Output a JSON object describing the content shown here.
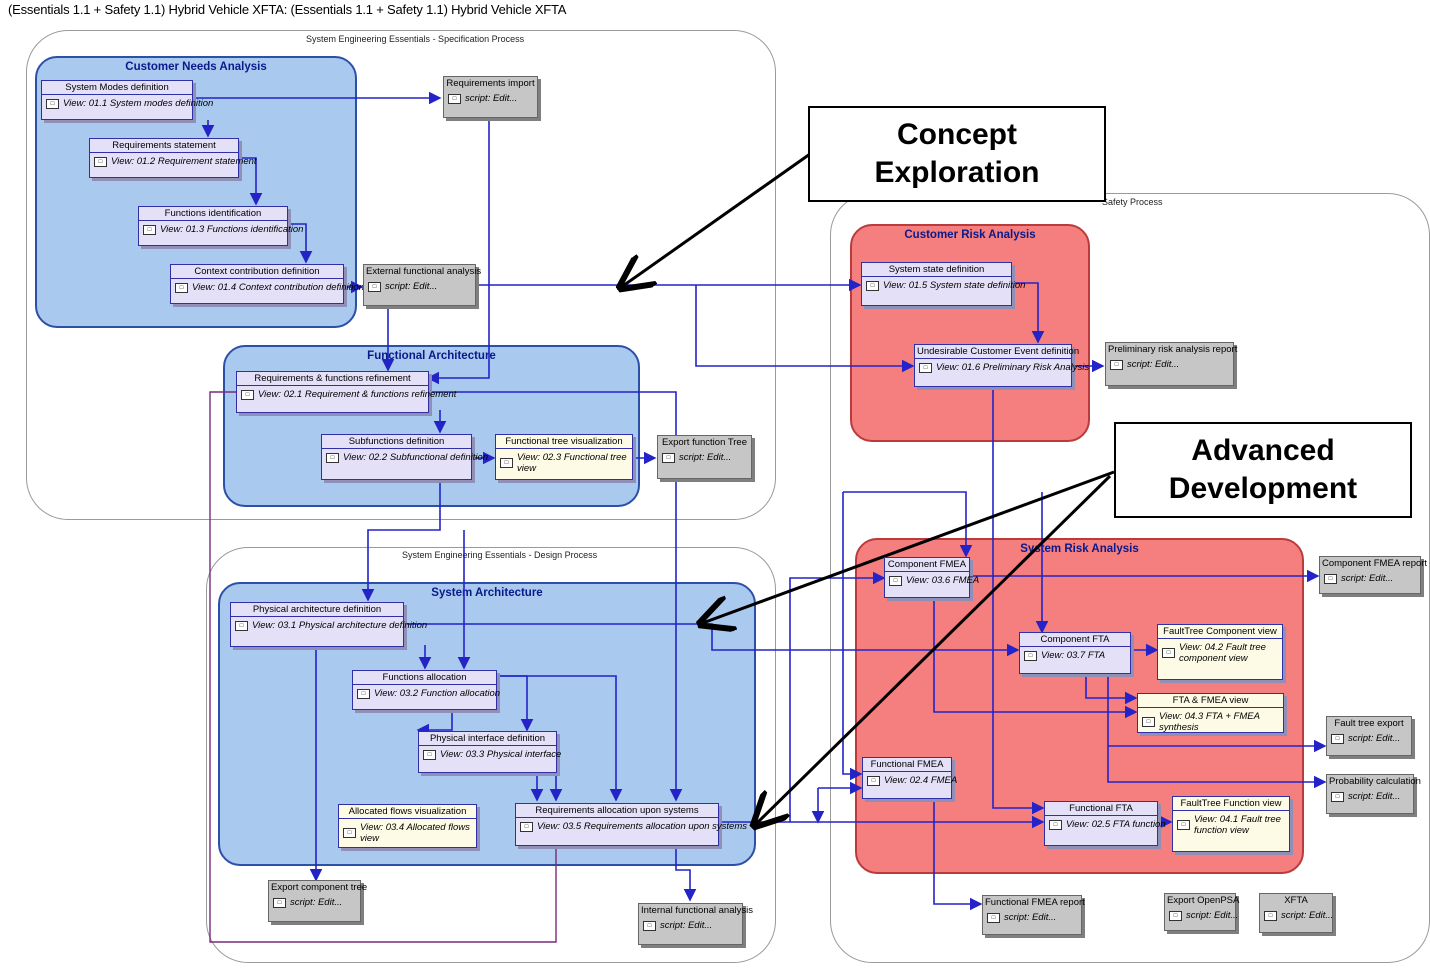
{
  "title": "(Essentials 1.1 + Safety 1.1) Hybrid Vehicle XFTA: (Essentials 1.1 + Safety 1.1) Hybrid Vehicle XFTA",
  "regions": {
    "spec_process": "System Engineering Essentials - Specification Process",
    "design_process": "System Engineering Essentials - Design Process",
    "safety_process": "Safety Process"
  },
  "groups": {
    "customer_needs": "Customer Needs Analysis",
    "functional_architecture": "Functional Architecture",
    "system_architecture": "System Architecture",
    "customer_risk": "Customer Risk Analysis",
    "system_risk": "System Risk Analysis"
  },
  "nodes": {
    "system_modes": {
      "title": "System Modes definition",
      "view": "View: 01.1 System modes definition"
    },
    "requirements_statement": {
      "title": "Requirements statement",
      "view": "View: 01.2 Requirement statement"
    },
    "functions_identification": {
      "title": "Functions identification",
      "view": "View: 01.3 Functions identification"
    },
    "context_contribution": {
      "title": "Context contribution definition",
      "view": "View: 01.4 Context contribution definition"
    },
    "req_func_refinement": {
      "title": "Requirements  & functions refinement",
      "view": "View: 02.1 Requirement & functions refinement"
    },
    "subfunctions": {
      "title": "Subfunctions definition",
      "view": "View: 02.2 Subfunctional definition"
    },
    "functional_tree_vis": {
      "title": "Functional tree visualization",
      "view": "View: 02.3 Functional tree view"
    },
    "physical_arch": {
      "title": "Physical architecture definition",
      "view": "View: 03.1 Physical architecture definition"
    },
    "functions_allocation": {
      "title": "Functions allocation",
      "view": "View: 03.2 Function allocation"
    },
    "physical_interface": {
      "title": "Physical interface definition",
      "view": "View: 03.3 Physical interface"
    },
    "allocated_flows": {
      "title": "Allocated flows visualization",
      "view": "View: 03.4 Allocated flows view"
    },
    "req_allocation": {
      "title": "Requirements allocation upon systems",
      "view": "View: 03.5 Requirements allocation upon systems"
    },
    "system_state": {
      "title": "System state definition",
      "view": "View: 01.5 System state definition"
    },
    "undesirable_event": {
      "title": "Undesirable Customer Event definition",
      "view": "View: 01.6 Preliminary Risk Analysis"
    },
    "component_fmea": {
      "title": "Component FMEA",
      "view": "View: 03.6 FMEA"
    },
    "component_fta": {
      "title": "Component FTA",
      "view": "View: 03.7 FTA"
    },
    "faulttree_component": {
      "title": "FaultTree Component view",
      "view": "View: 04.2 Fault tree component view"
    },
    "fta_fmea": {
      "title": "FTA & FMEA view",
      "view": "View: 04.3 FTA + FMEA synthesis"
    },
    "functional_fmea": {
      "title": "Functional FMEA",
      "view": "View: 02.4 FMEA"
    },
    "functional_fta": {
      "title": "Functional FTA",
      "view": "View: 02.5 FTA function"
    },
    "faulttree_function": {
      "title": "FaultTree Function view",
      "view": "View: 04.1 Fault tree function view"
    }
  },
  "scripts": {
    "requirements_import": {
      "title": "Requirements import",
      "body": "script: Edit..."
    },
    "external_functional": {
      "title": "External functional analysis",
      "body": "script: Edit..."
    },
    "export_function_tree": {
      "title": "Export function Tree",
      "body": "script: Edit..."
    },
    "export_component_tree": {
      "title": "Export component tree",
      "body": "script: Edit..."
    },
    "internal_functional": {
      "title": "Internal functional analysis",
      "body": "script: Edit..."
    },
    "preliminary_risk_report": {
      "title": "Preliminary risk analysis report",
      "body": "script: Edit..."
    },
    "component_fmea_report": {
      "title": "Component FMEA report",
      "body": "script: Edit..."
    },
    "fault_tree_export": {
      "title": "Fault tree export",
      "body": "script: Edit..."
    },
    "probability_calc": {
      "title": "Probability calculation",
      "body": "script: Edit..."
    },
    "functional_fmea_report": {
      "title": "Functional FMEA report",
      "body": "script: Edit..."
    },
    "export_openpsa": {
      "title": "Export OpenPSA",
      "body": "script: Edit..."
    },
    "xfta": {
      "title": "XFTA",
      "body": "script: Edit..."
    }
  },
  "callouts": {
    "concept_line1": "Concept",
    "concept_line2": "Exploration",
    "advanced_line1": "Advanced",
    "advanced_line2": "Development"
  },
  "colors": {
    "wire": "#2323c8",
    "wire_purple": "#7a2a7a",
    "blue_group": "#a9c9ef",
    "red_group": "#f57e7e"
  }
}
